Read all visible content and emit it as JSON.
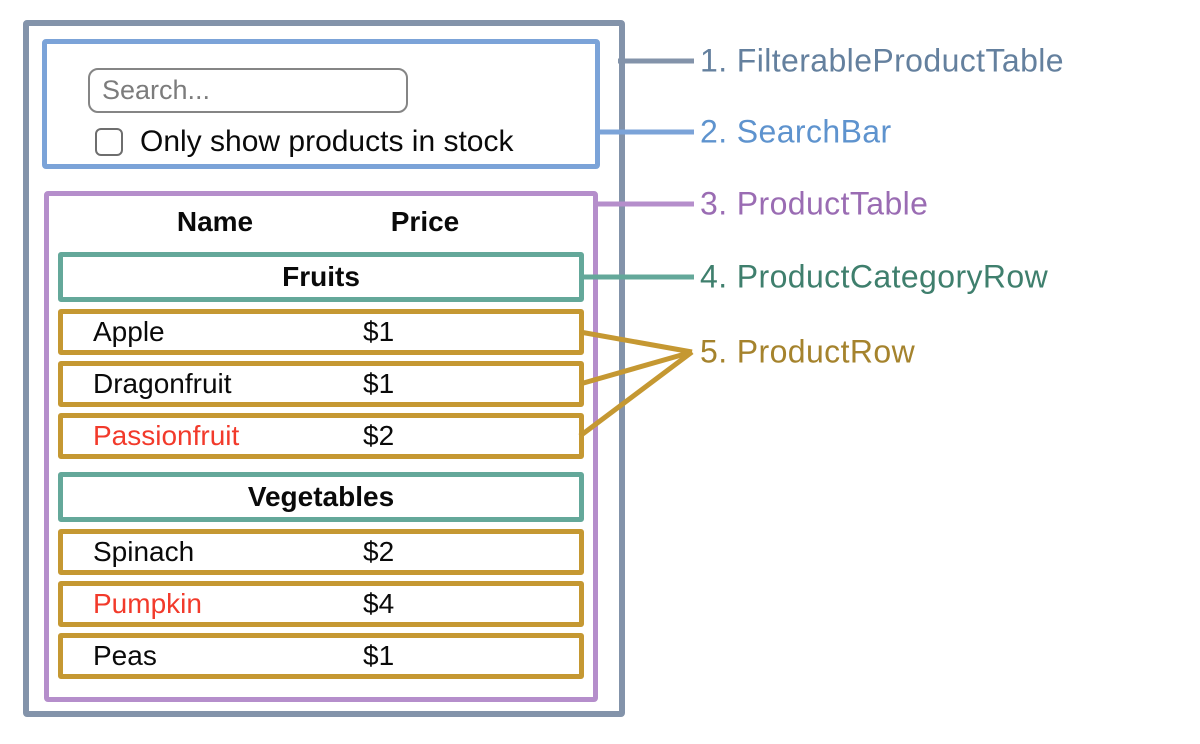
{
  "colors": {
    "slate-border": "#8393aa",
    "slate-text": "#64809e",
    "blue-border": "#7ba3d8",
    "blue-text": "#5e93ce",
    "purple-border": "#b58ecb",
    "purple-text": "#9a6cb3",
    "teal-border": "#64a89a",
    "teal-text": "#3f7f6d",
    "gold-border": "#c59832",
    "gold-text": "#a5832d",
    "red-text": "#f23a2b"
  },
  "annotations": {
    "labels": [
      {
        "text": "1. FilterableProductTable"
      },
      {
        "text": "2. SearchBar"
      },
      {
        "text": "3. ProductTable"
      },
      {
        "text": "4. ProductCategoryRow"
      },
      {
        "text": "5. ProductRow"
      }
    ]
  },
  "search_bar": {
    "input_placeholder": "Search...",
    "input_value": "",
    "checkbox_label": "Only show products in stock",
    "checkbox_checked": false
  },
  "product_table": {
    "headers": {
      "name": "Name",
      "price": "Price"
    },
    "sections": [
      {
        "category": "Fruits",
        "rows": [
          {
            "name": "Apple",
            "price": "$1",
            "stocked": true
          },
          {
            "name": "Dragonfruit",
            "price": "$1",
            "stocked": true
          },
          {
            "name": "Passionfruit",
            "price": "$2",
            "stocked": false
          }
        ]
      },
      {
        "category": "Vegetables",
        "rows": [
          {
            "name": "Spinach",
            "price": "$2",
            "stocked": true
          },
          {
            "name": "Pumpkin",
            "price": "$4",
            "stocked": false
          },
          {
            "name": "Peas",
            "price": "$1",
            "stocked": true
          }
        ]
      }
    ]
  }
}
